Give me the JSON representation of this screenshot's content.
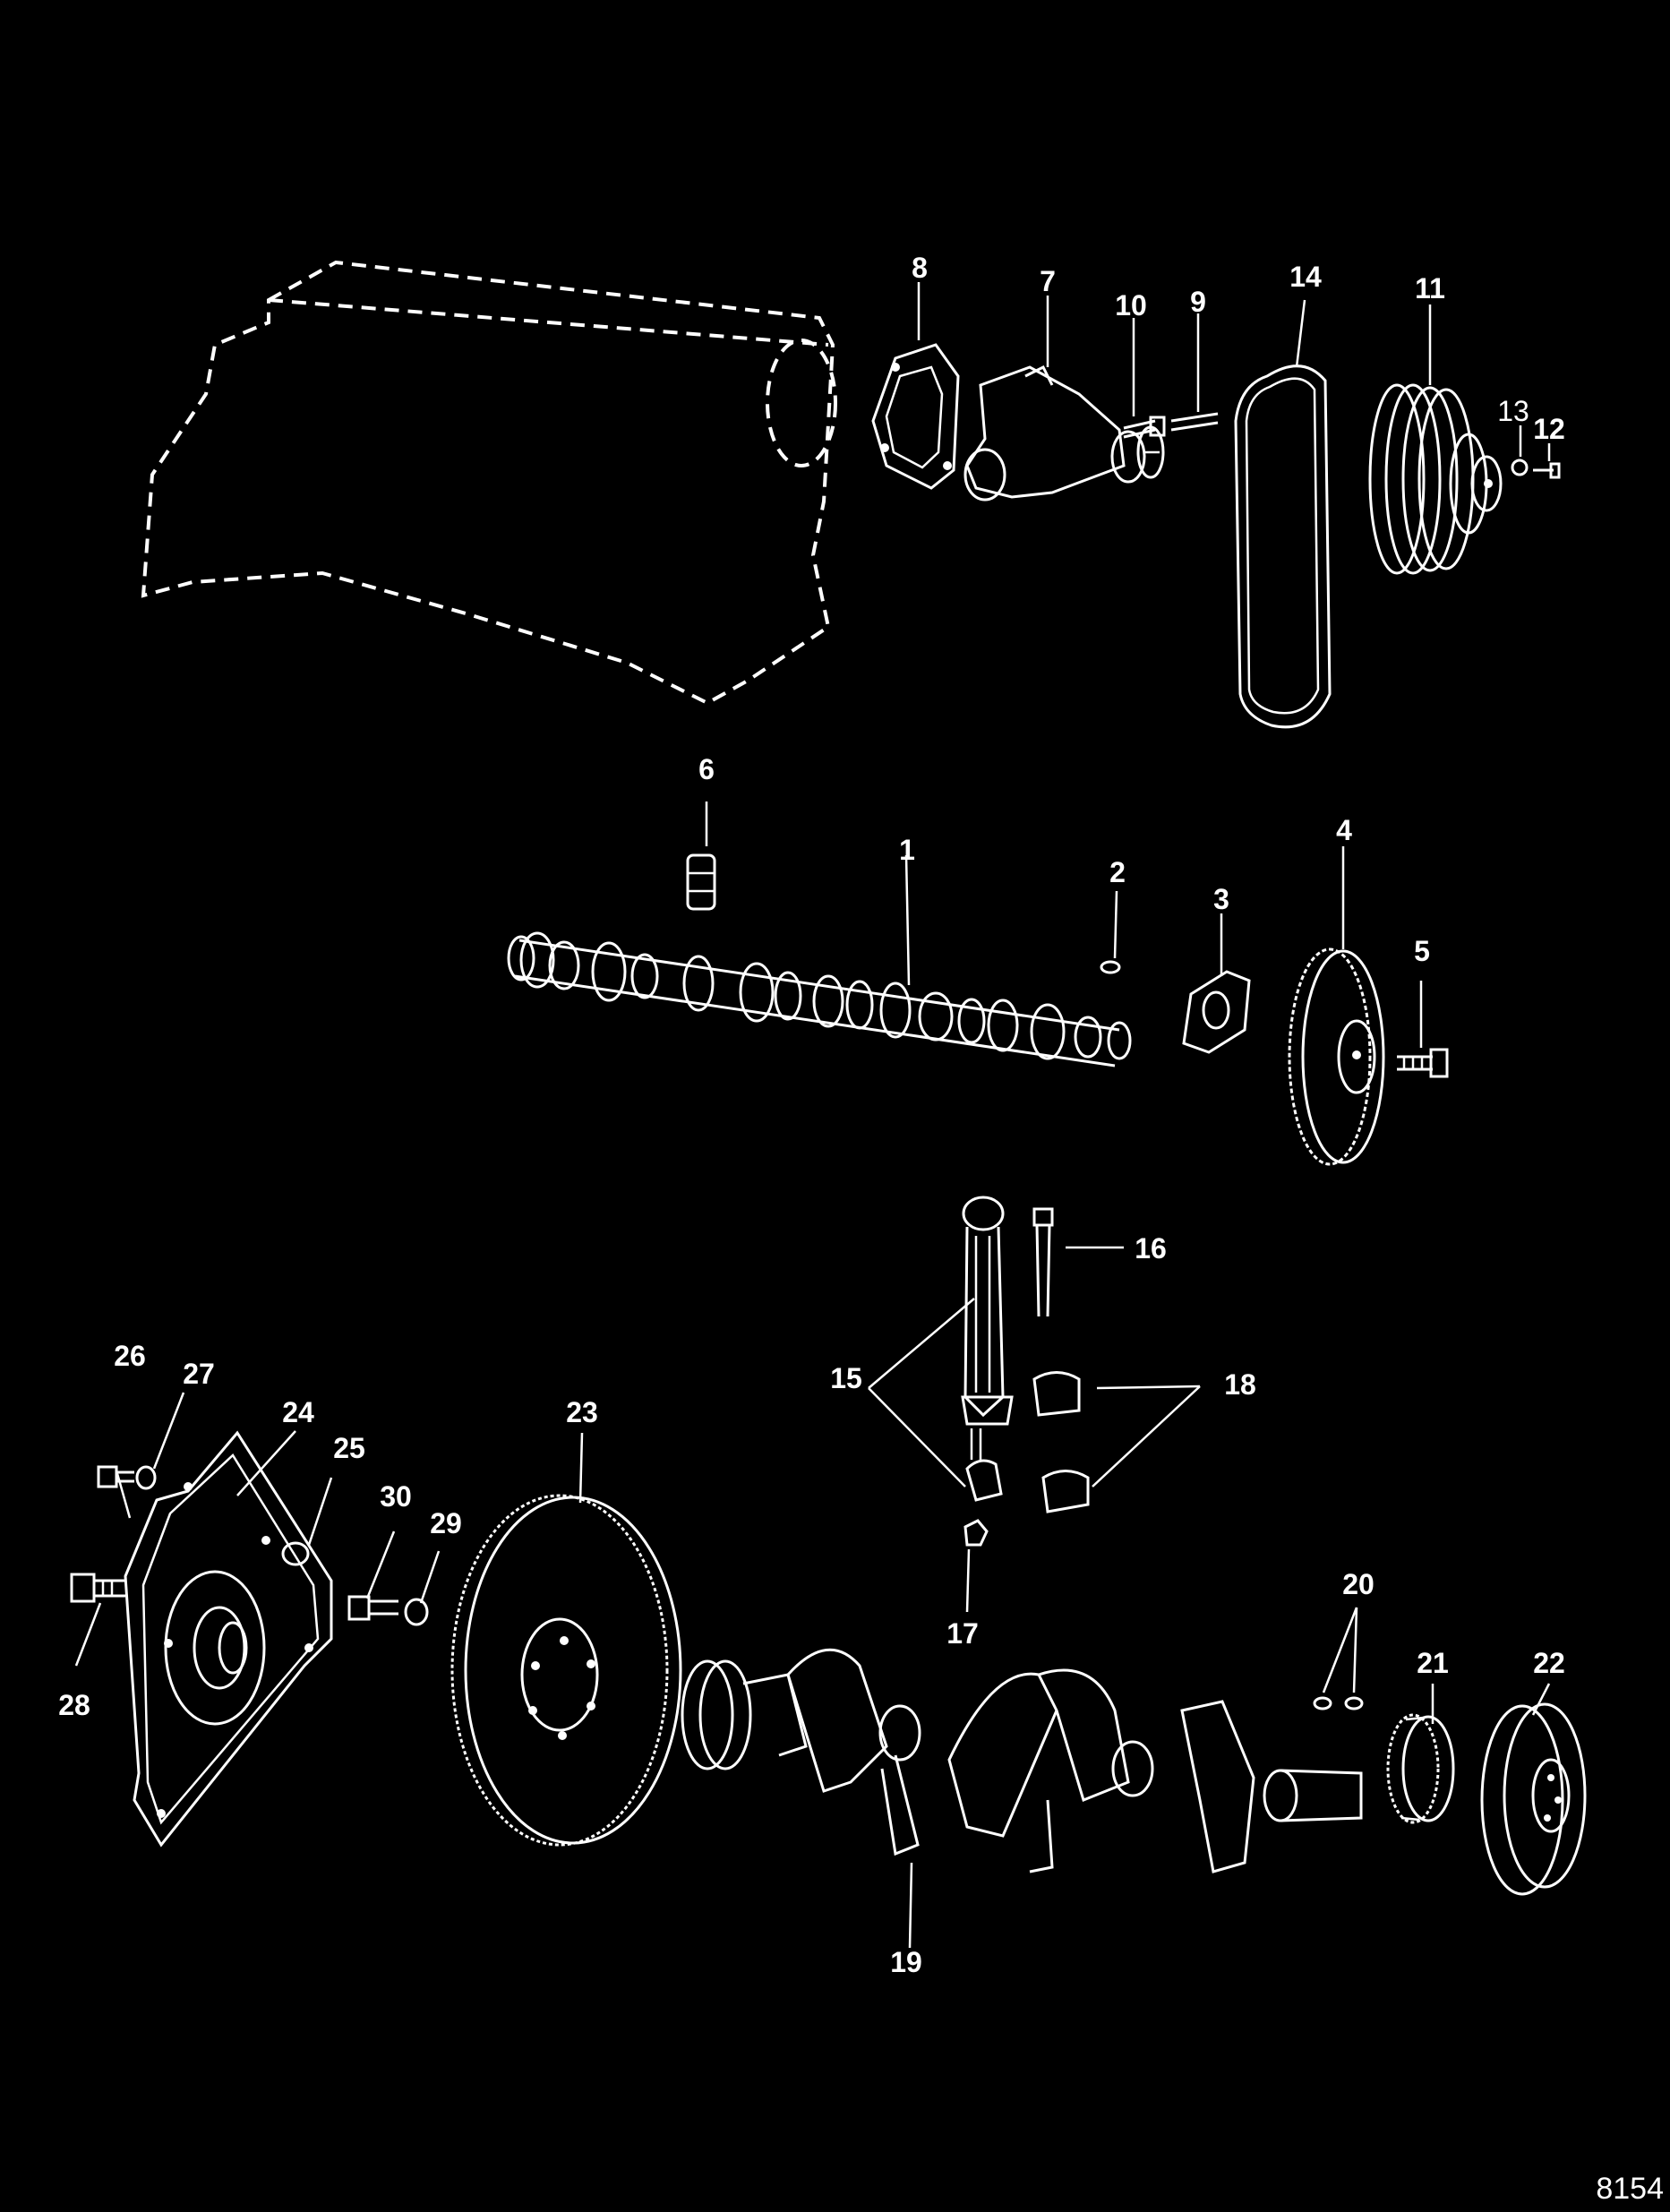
{
  "figure_number": "8154",
  "callouts": [
    {
      "id": "callout-1",
      "text": "1"
    },
    {
      "id": "callout-2",
      "text": "2"
    },
    {
      "id": "callout-3",
      "text": "3"
    },
    {
      "id": "callout-4",
      "text": "4"
    },
    {
      "id": "callout-5",
      "text": "5"
    },
    {
      "id": "callout-6",
      "text": "6"
    },
    {
      "id": "callout-7",
      "text": "7"
    },
    {
      "id": "callout-8",
      "text": "8"
    },
    {
      "id": "callout-9",
      "text": "9"
    },
    {
      "id": "callout-10",
      "text": "10"
    },
    {
      "id": "callout-11",
      "text": "11"
    },
    {
      "id": "callout-12",
      "text": "12"
    },
    {
      "id": "callout-13",
      "text": "13"
    },
    {
      "id": "callout-14",
      "text": "14"
    },
    {
      "id": "callout-15",
      "text": "15"
    },
    {
      "id": "callout-16",
      "text": "16"
    },
    {
      "id": "callout-17",
      "text": "17"
    },
    {
      "id": "callout-18",
      "text": "18"
    },
    {
      "id": "callout-19",
      "text": "19"
    },
    {
      "id": "callout-20",
      "text": "20"
    },
    {
      "id": "callout-21",
      "text": "21"
    },
    {
      "id": "callout-22",
      "text": "22"
    },
    {
      "id": "callout-23",
      "text": "23"
    },
    {
      "id": "callout-24",
      "text": "24"
    },
    {
      "id": "callout-25",
      "text": "25"
    },
    {
      "id": "callout-26",
      "text": "26"
    },
    {
      "id": "callout-27",
      "text": "27"
    },
    {
      "id": "callout-28",
      "text": "28"
    },
    {
      "id": "callout-29",
      "text": "29"
    },
    {
      "id": "callout-30",
      "text": "30"
    }
  ],
  "colors": {
    "background": "#000000",
    "ink": "#ffffff"
  }
}
